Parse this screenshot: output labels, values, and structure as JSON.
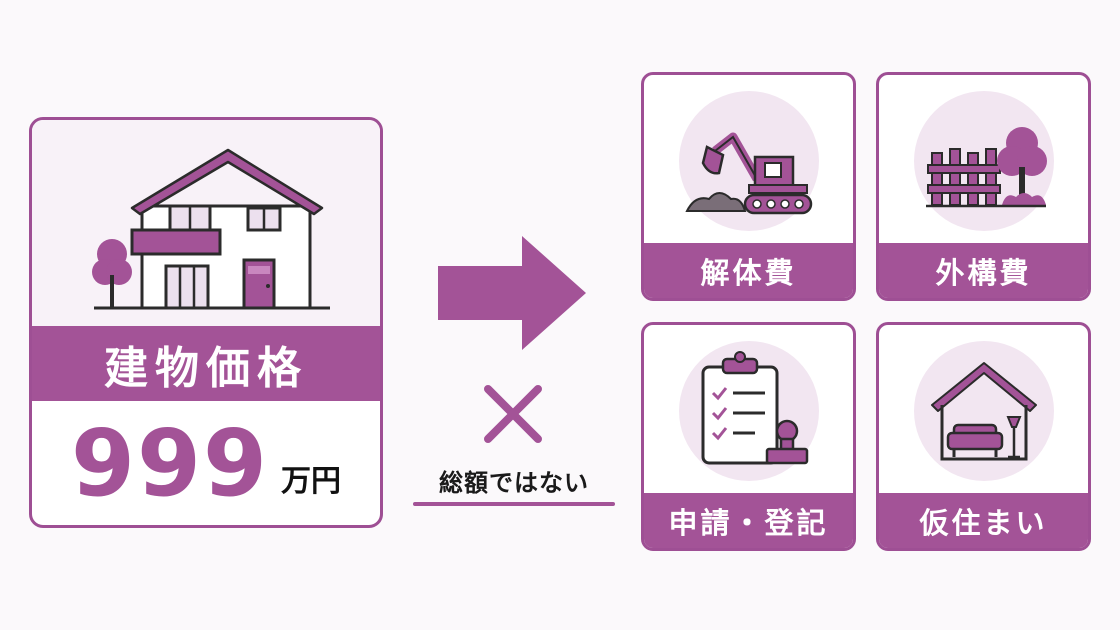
{
  "main_card": {
    "title": "建物価格",
    "price_value": "999",
    "price_unit": "万円"
  },
  "connector": {
    "note": "総額ではない"
  },
  "costs": [
    {
      "label": "解体費",
      "icon": "excavator-icon"
    },
    {
      "label": "外構費",
      "icon": "fence-tree-icon"
    },
    {
      "label": "申請・登記",
      "icon": "clipboard-stamp-icon"
    },
    {
      "label": "仮住まい",
      "icon": "house-sofa-icon"
    }
  ],
  "colors": {
    "accent": "#a35397",
    "soft": "#f2e6f1",
    "background": "#fbf9fb"
  }
}
